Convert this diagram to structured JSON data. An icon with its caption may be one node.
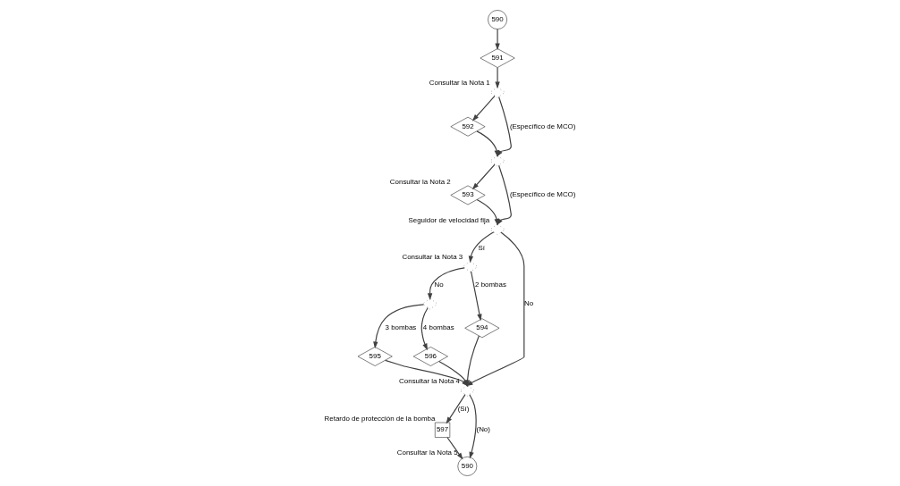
{
  "diagram": {
    "nodes": [
      {
        "text": [
          "590"
        ]
      },
      {
        "text": [
          "591"
        ]
      },
      {
        "text": [],
        "shape": "diamond",
        "beside": [
          "Consultar la Nota 1"
        ]
      },
      {
        "text": [
          "592"
        ]
      },
      {
        "text": [],
        "shape": "diamond"
      },
      {
        "text": [
          "593"
        ],
        "beside": [
          "Consultar la Nota 2"
        ]
      },
      {
        "text": [],
        "shape": "diamond",
        "beside": [
          "Seguidor de velocidad fija"
        ]
      },
      {
        "text": [],
        "shape": "diamond",
        "beside": [
          "Consultar la Nota 3"
        ]
      },
      {
        "text": [],
        "shape": "diamond"
      },
      {
        "text": [
          "594"
        ]
      },
      {
        "text": [
          "595"
        ]
      },
      {
        "text": [
          "596"
        ]
      },
      {
        "text": [],
        "shape": "diamond",
        "beside": [
          "Consultar la Nota 4"
        ]
      },
      {
        "text": [
          "597"
        ],
        "beside": [
          "Retardo de protección de la bomba"
        ]
      },
      {
        "text": [
          "590"
        ],
        "beside": [
          "Consultar la Nota 5"
        ]
      }
    ],
    "edges": [
      {
        "from": 0,
        "to": 1,
        "arrow": "to"
      },
      {
        "from": 1,
        "to": 2,
        "arrow": "to"
      },
      {
        "from": 2,
        "to": 3,
        "arrow": "to"
      },
      {
        "from": 2,
        "to": 4,
        "arrow": "to",
        "label": "(Específico de MCO)"
      },
      {
        "from": 3,
        "to": 4,
        "arrow": "to"
      },
      {
        "from": 4,
        "to": 5,
        "arrow": "to"
      },
      {
        "from": 4,
        "to": 6,
        "arrow": "to",
        "label": "(Específico de MCO)"
      },
      {
        "from": 5,
        "to": 6,
        "arrow": "to"
      },
      {
        "from": 6,
        "to": 7,
        "arrow": "to",
        "label": "Sí"
      },
      {
        "from": 6,
        "to": 12,
        "arrow": "to",
        "label": "No"
      },
      {
        "from": 7,
        "to": 8,
        "arrow": "to",
        "label": "No"
      },
      {
        "from": 7,
        "to": 9,
        "arrow": "to",
        "label": "2 bombas"
      },
      {
        "from": 8,
        "to": 10,
        "arrow": "to",
        "label": "3 bombas"
      },
      {
        "from": 8,
        "to": 11,
        "arrow": "to",
        "label": "4 bombas"
      },
      {
        "from": 9,
        "to": 12,
        "arrow": "to"
      },
      {
        "from": 10,
        "to": 12,
        "arrow": "to"
      },
      {
        "from": 11,
        "to": 12,
        "arrow": "to"
      },
      {
        "from": 12,
        "to": 13,
        "arrow": "to",
        "label": "(Sí)"
      },
      {
        "from": 12,
        "to": 14,
        "arrow": "to",
        "label": "(No)"
      },
      {
        "from": 13,
        "to": 14,
        "arrow": "to"
      }
    ]
  }
}
